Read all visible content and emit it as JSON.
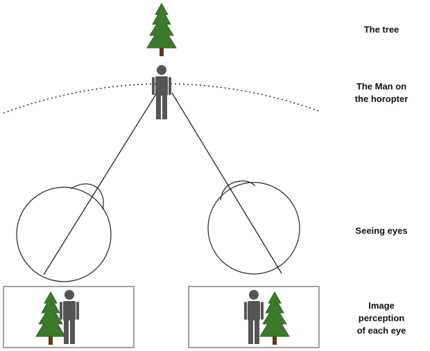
{
  "labels": {
    "tree": "The tree",
    "man": [
      "The Man on",
      "the horopter"
    ],
    "eyes": "Seeing eyes",
    "image": [
      "Image",
      "perception",
      "of each eye"
    ]
  },
  "colors": {
    "tree_green": "#3b7a2a",
    "tree_dark": "#2c5f1e",
    "trunk": "#5a3a1a",
    "man": "#555555",
    "line": "#222222"
  },
  "icons": {
    "tree": "pine-tree-icon",
    "man": "person-icon"
  }
}
